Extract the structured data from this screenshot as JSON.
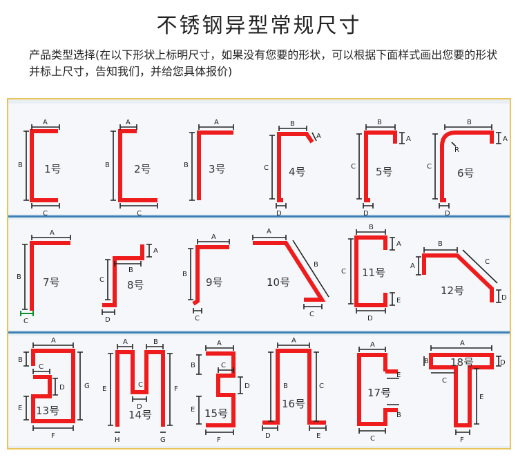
{
  "title": "不锈钢异型常规尺寸",
  "intro": "产品类型选择(在以下形状上标明尺寸，如果没有您要的形状，可以根据下面样式画出您要的形状并标上尺寸，告知我们，并给您具体报价)",
  "shapes": [
    {
      "num": "1号",
      "labels": [
        "A",
        "B",
        "C"
      ]
    },
    {
      "num": "2号",
      "labels": [
        "A",
        "B",
        "C"
      ]
    },
    {
      "num": "3号",
      "labels": [
        "A",
        "B"
      ]
    },
    {
      "num": "4号",
      "labels": [
        "B",
        "A",
        "C",
        "D"
      ]
    },
    {
      "num": "5号",
      "labels": [
        "B",
        "A",
        "C",
        "D"
      ]
    },
    {
      "num": "6号",
      "labels": [
        "B",
        "A",
        "R",
        "C",
        "D"
      ]
    },
    {
      "num": "7号",
      "labels": [
        "A",
        "B",
        "C"
      ]
    },
    {
      "num": "8号",
      "labels": [
        "A",
        "B",
        "C",
        "D"
      ]
    },
    {
      "num": "9号",
      "labels": [
        "A",
        "B",
        "C"
      ]
    },
    {
      "num": "10号",
      "labels": [
        "A",
        "B",
        "C"
      ]
    },
    {
      "num": "11号",
      "labels": [
        "B",
        "A",
        "C",
        "E",
        "D"
      ]
    },
    {
      "num": "12号",
      "labels": [
        "B",
        "A",
        "C",
        "D"
      ]
    },
    {
      "num": "13号",
      "labels": [
        "A",
        "B",
        "C",
        "D",
        "E",
        "F",
        "G"
      ]
    },
    {
      "num": "14号",
      "labels": [
        "A",
        "B",
        "C",
        "D",
        "E",
        "F",
        "H",
        "G"
      ]
    },
    {
      "num": "15号",
      "labels": [
        "A",
        "B",
        "C",
        "D",
        "E",
        "F"
      ]
    },
    {
      "num": "16号",
      "labels": [
        "A",
        "B",
        "C",
        "D",
        "E"
      ]
    },
    {
      "num": "17号",
      "labels": [
        "A",
        "E",
        "B",
        "C"
      ]
    },
    {
      "num": "18号",
      "labels": [
        "A",
        "B",
        "D",
        "C",
        "E",
        "F"
      ]
    }
  ]
}
